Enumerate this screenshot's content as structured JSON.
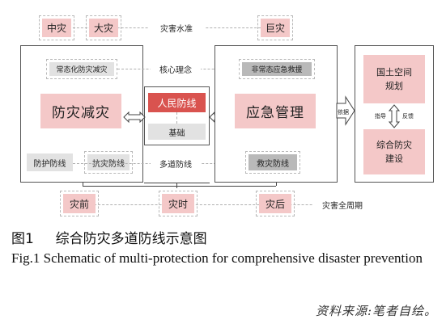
{
  "top": {
    "moderate": "中灾",
    "major": "大灾",
    "level": "灾害水准",
    "catastrophic": "巨灾"
  },
  "left": {
    "normal_label": "常态化防灾减灾",
    "title": "防灾减灾",
    "defense1": "防护防线",
    "defense2": "抗灾防线"
  },
  "middle": {
    "core": "核心理念",
    "people": "人民防线",
    "basis": "基础",
    "multi": "多道防线"
  },
  "right": {
    "abnormal_label": "非常态应急救援",
    "title": "应急管理",
    "rescue": "救灾防线"
  },
  "far_right": {
    "depend": "依据",
    "spatial_line1": "国土空间",
    "spatial_line2": "规划",
    "guide": "指导",
    "feedback": "反馈",
    "integrated_line1": "综合防灾",
    "integrated_line2": "建设"
  },
  "bottom": {
    "before": "灾前",
    "during": "灾时",
    "after": "灾后",
    "full_cycle": "灾害全周期"
  },
  "caption": {
    "cn_number": "图1",
    "cn_title": "综合防灾多道防线示意图",
    "en": "Fig.1  Schematic of multi-protection for comprehensive disaster prevention",
    "source": "资料来源:笔者自绘。"
  },
  "colors": {
    "pink": "#f4c8c8",
    "gray": "#e2e2e2",
    "dark_gray": "#b9b9b9"
  }
}
